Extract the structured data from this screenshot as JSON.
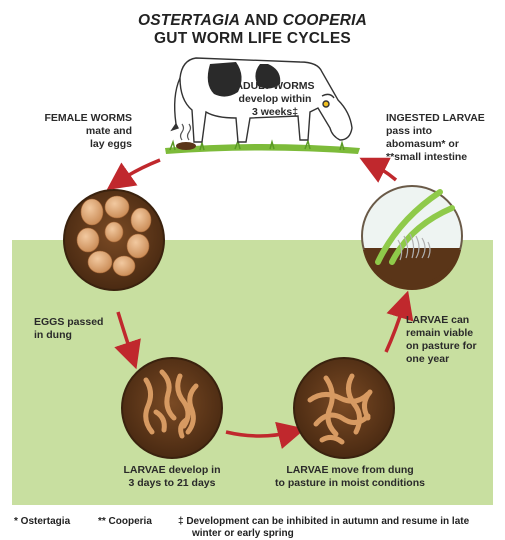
{
  "title": {
    "line1_part1": "OSTERTAGIA",
    "line1_and": " AND ",
    "line1_part2": "COOPERIA",
    "line2": "GUT WORM LIFE CYCLES"
  },
  "stages": {
    "adult": {
      "l1": "ADULT WORMS",
      "l2": "develop within",
      "l3": "3 weeks‡"
    },
    "female": {
      "l1": "FEMALE WORMS",
      "l2": "mate and",
      "l3": "lay eggs"
    },
    "ingested": {
      "l1": "INGESTED LARVAE",
      "l2": "pass into",
      "l3": "abomasum* or",
      "l4": "**small intestine"
    },
    "eggs": {
      "l1": "EGGS passed",
      "l2": "in dung"
    },
    "viable": {
      "l1": "LARVAE can",
      "l2": "remain viable",
      "l3": "on pasture for",
      "l4": "one year"
    },
    "develop": {
      "l1": "LARVAE develop in",
      "l2": "3 days to 21 days"
    },
    "move": {
      "l1": "LARVAE move from dung",
      "l2": "to pasture in moist conditions"
    }
  },
  "footnotes": {
    "f1": "* Ostertagia",
    "f2": "** Cooperia",
    "f3_l1": "‡  Development can be inhibited in autumn and resume in late",
    "f3_l2": "winter or early spring"
  },
  "colors": {
    "pasture": "#c8dfa0",
    "arrow": "#c0282d",
    "dung": "#5a3518",
    "egg": "#d9a070",
    "larva": "#d79a62"
  }
}
